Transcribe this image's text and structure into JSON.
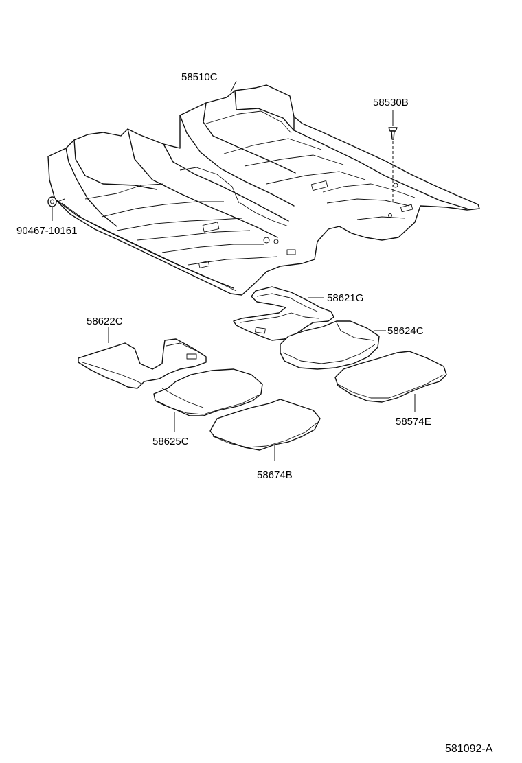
{
  "figure": {
    "number": "581092-A"
  },
  "parts": {
    "floor_carpet": "58510C",
    "clip": "58530B",
    "grommet": "90467-10161",
    "mat_front_center": "58621G",
    "mat_front_left": "58622C",
    "mat_front_right": "58624C",
    "mat_left_insert": "58625C",
    "mat_rear_right": "58574E",
    "mat_rear_left": "58674B"
  },
  "icons": {
    "clip": "push-clip-icon",
    "grommet": "grommet-icon"
  }
}
